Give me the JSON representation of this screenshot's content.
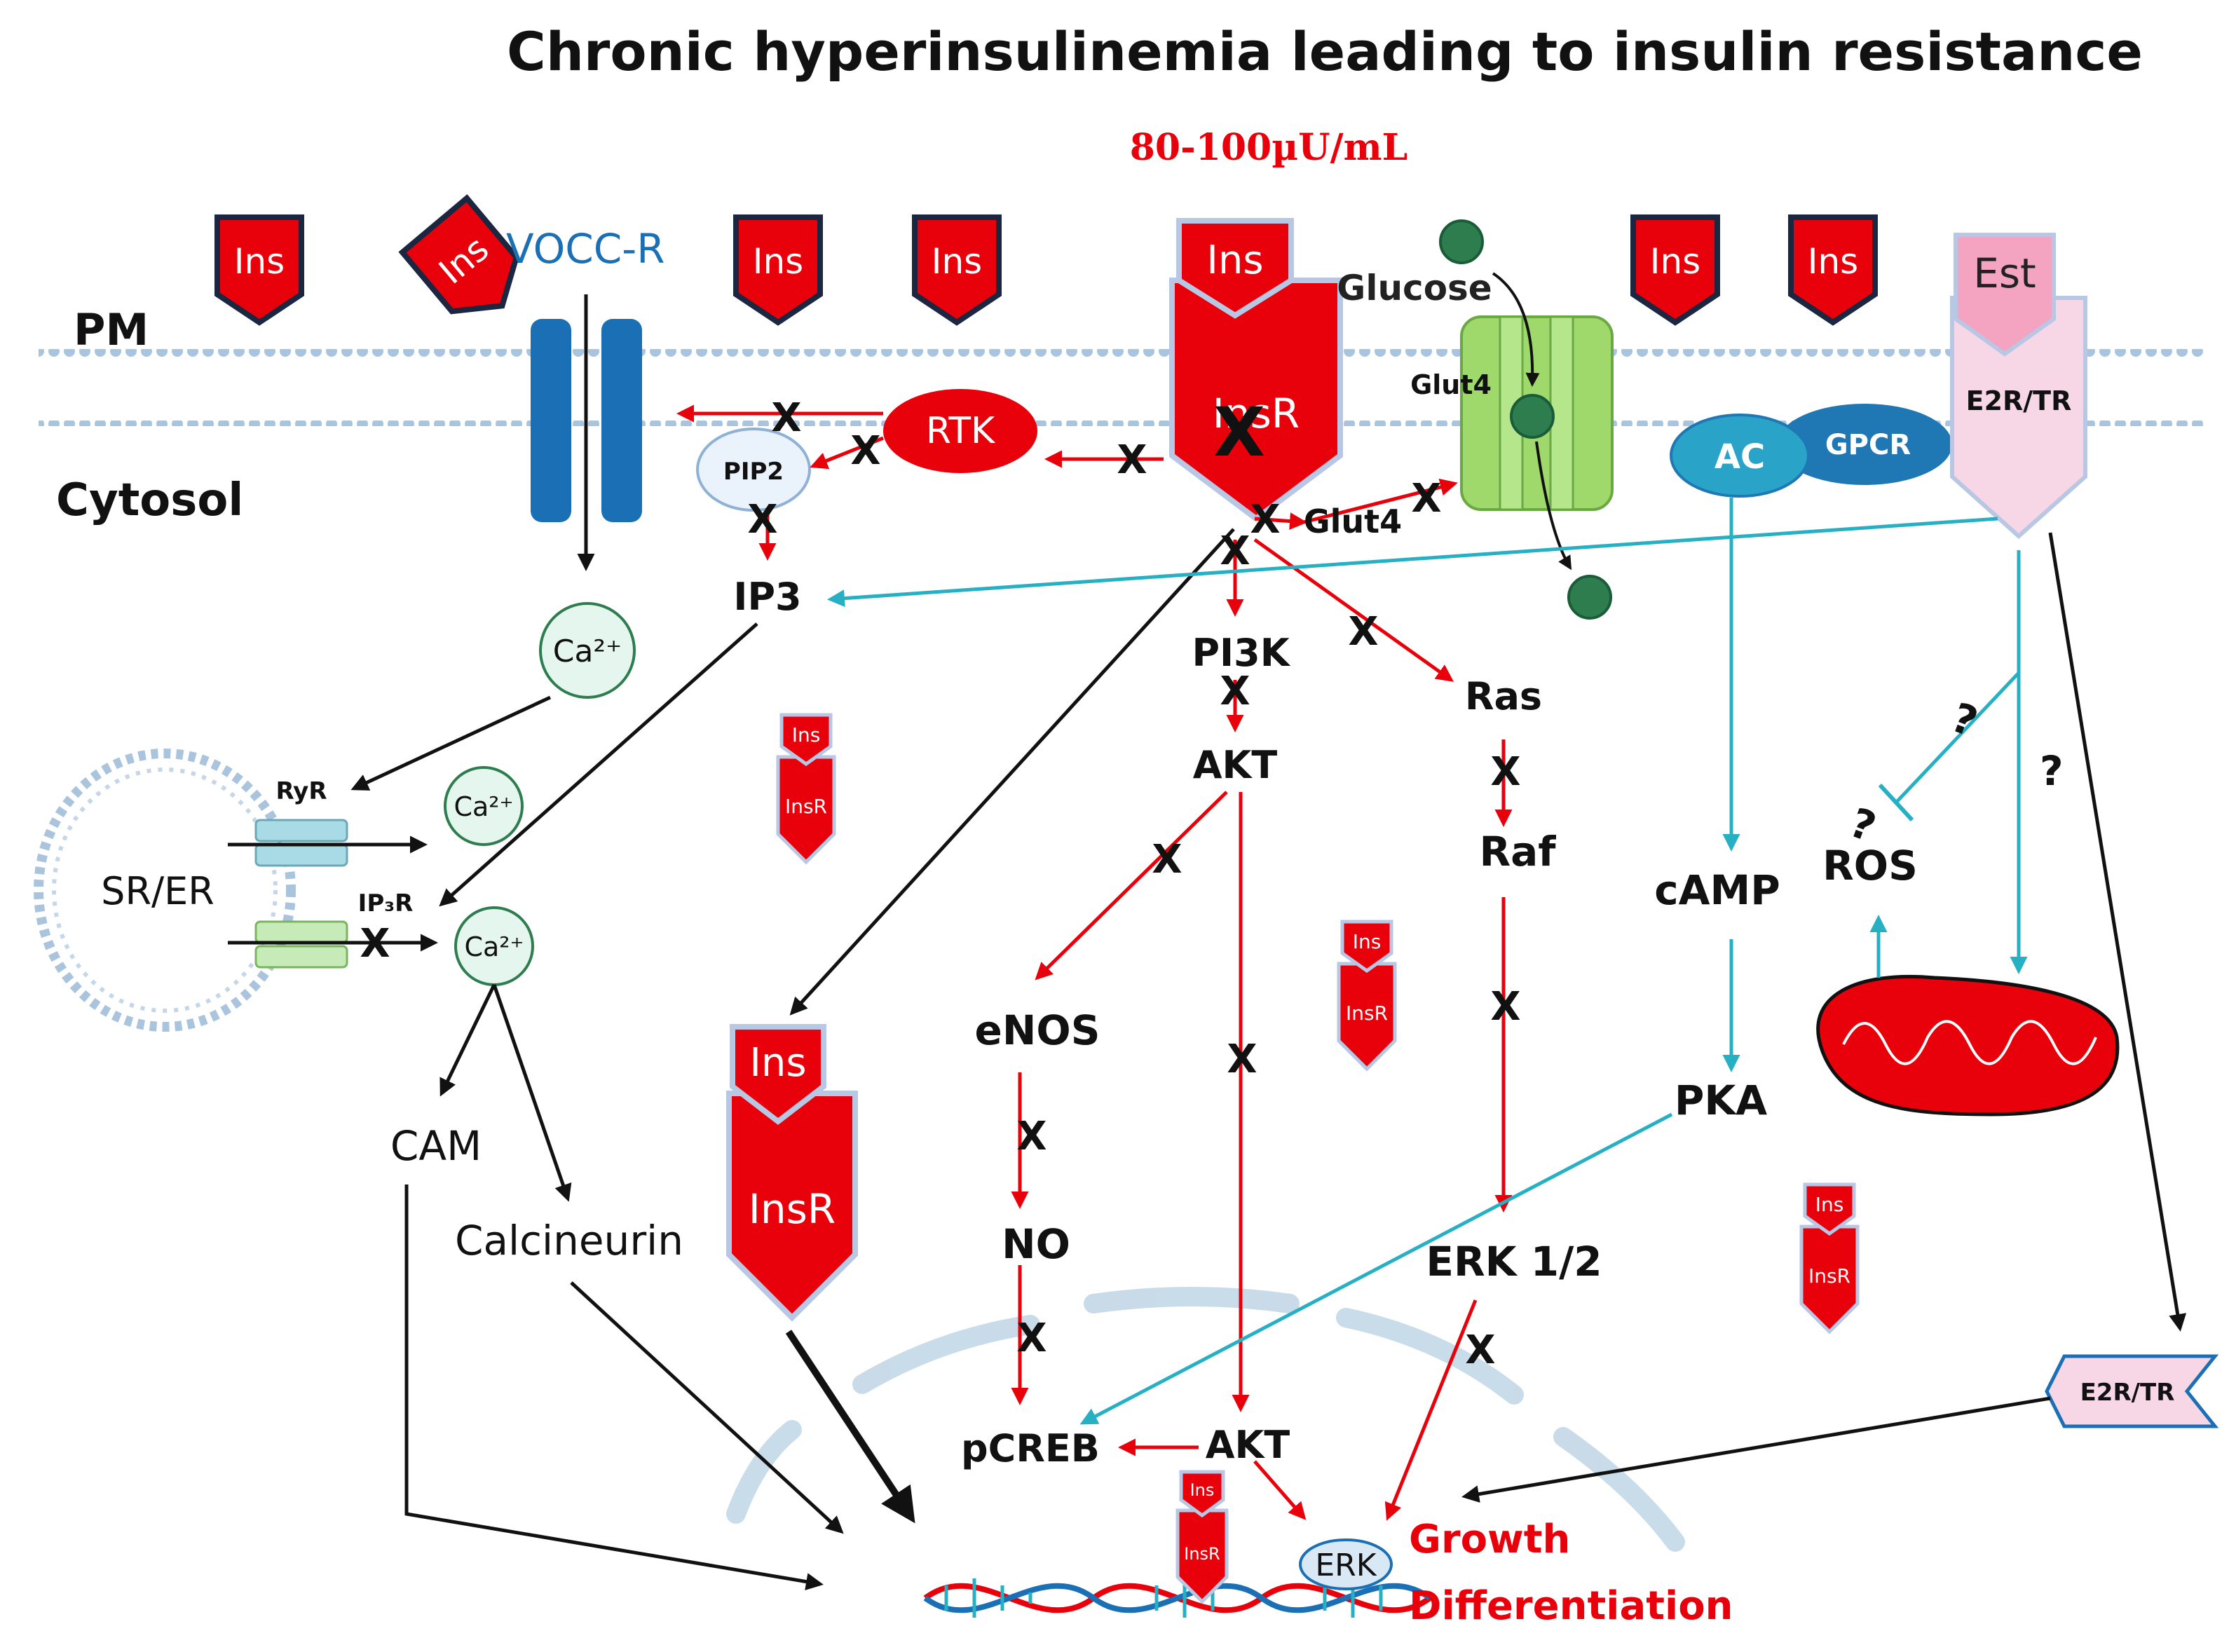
{
  "title": "Chronic hyperinsulinemia leading to insulin resistance",
  "concentration": "80-100µU/mL",
  "compartments": {
    "pm": "PM",
    "cytosol": "Cytosol",
    "sr_er": "SR/ER"
  },
  "ligands": {
    "ins": "Ins",
    "est": "Est",
    "glucose": "Glucose"
  },
  "receptors": {
    "vocc": "VOCC-R",
    "insr": "InsR",
    "glut4": "Glut4",
    "e2r_tr": "E2R/TR",
    "ryr": "RyR",
    "ip3r": "IP₃R"
  },
  "molecules": {
    "rtk": "RTK",
    "pip2": "PIP2",
    "ip3": "IP3",
    "ca": "Ca²⁺",
    "ac": "AC",
    "gpcr": "GPCR",
    "camp": "cAMP",
    "pka": "PKA",
    "ros": "ROS",
    "pi3k": "PI3K",
    "akt": "AKT",
    "ras": "Ras",
    "raf": "Raf",
    "erk12": "ERK 1/2",
    "enos": "eNOS",
    "no": "NO",
    "pcreb": "pCREB",
    "cam": "CAM",
    "calcineurin": "Calcineurin",
    "erk": "ERK"
  },
  "outcomes": {
    "growth": "Growth",
    "differentiation": "Differentiation"
  },
  "marks": {
    "block": "X",
    "unknown": "?"
  },
  "colors": {
    "red": "#e8000b",
    "teal": "#27b0c4",
    "blue": "#1a6fb5",
    "green": "#9fd86b",
    "pink": "#f7c6d8"
  }
}
